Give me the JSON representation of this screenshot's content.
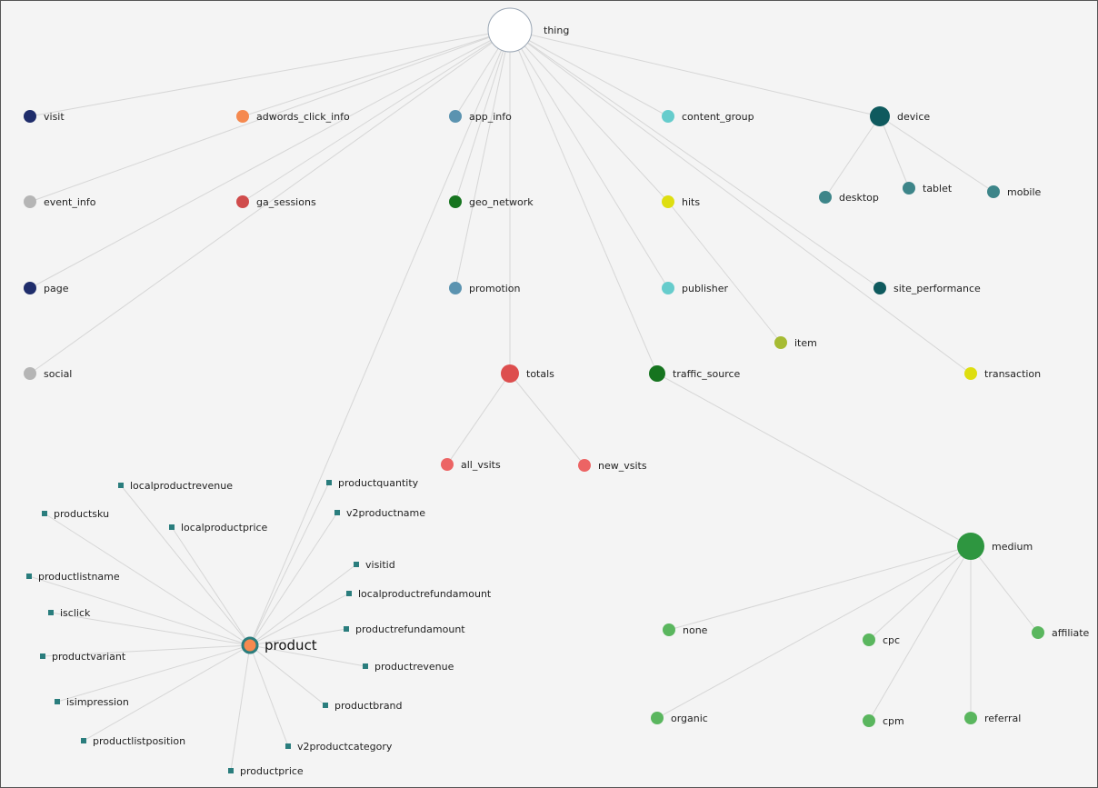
{
  "graph": {
    "nodes": [
      {
        "id": "thing",
        "label": "thing",
        "color": "#ffffff"
      },
      {
        "id": "visit",
        "label": "visit",
        "color": "#1f2d6b"
      },
      {
        "id": "adwords_click_info",
        "label": "adwords_click_info",
        "color": "#f5894f"
      },
      {
        "id": "app_info",
        "label": "app_info",
        "color": "#5b93b0"
      },
      {
        "id": "content_group",
        "label": "content_group",
        "color": "#66cccc"
      },
      {
        "id": "device",
        "label": "device",
        "color": "#0f5a5e"
      },
      {
        "id": "event_info",
        "label": "event_info",
        "color": "#b5b5b5"
      },
      {
        "id": "ga_sessions",
        "label": "ga_sessions",
        "color": "#d04c4c"
      },
      {
        "id": "geo_network",
        "label": "geo_network",
        "color": "#16741f"
      },
      {
        "id": "hits",
        "label": "hits",
        "color": "#dede10"
      },
      {
        "id": "desktop",
        "label": "desktop",
        "color": "#3d8589"
      },
      {
        "id": "tablet",
        "label": "tablet",
        "color": "#3d8589"
      },
      {
        "id": "mobile",
        "label": "mobile",
        "color": "#3d8589"
      },
      {
        "id": "page",
        "label": "page",
        "color": "#1f2d6b"
      },
      {
        "id": "promotion",
        "label": "promotion",
        "color": "#5b93b0"
      },
      {
        "id": "publisher",
        "label": "publisher",
        "color": "#66cccc"
      },
      {
        "id": "site_performance",
        "label": "site_performance",
        "color": "#0f5a5e"
      },
      {
        "id": "item",
        "label": "item",
        "color": "#a6bb33"
      },
      {
        "id": "social",
        "label": "social",
        "color": "#b5b5b5"
      },
      {
        "id": "totals",
        "label": "totals",
        "color": "#dd4e4e"
      },
      {
        "id": "traffic_source",
        "label": "traffic_source",
        "color": "#16741f"
      },
      {
        "id": "transaction",
        "label": "transaction",
        "color": "#dede10"
      },
      {
        "id": "all_vsits",
        "label": "all_vsits",
        "color": "#ec6464"
      },
      {
        "id": "new_vsits",
        "label": "new_vsits",
        "color": "#ec6464"
      },
      {
        "id": "medium",
        "label": "medium",
        "color": "#2e9640"
      },
      {
        "id": "none",
        "label": "none",
        "color": "#5ab65e"
      },
      {
        "id": "cpc",
        "label": "cpc",
        "color": "#5ab65e"
      },
      {
        "id": "affiliate",
        "label": "affiliate",
        "color": "#5ab65e"
      },
      {
        "id": "organic",
        "label": "organic",
        "color": "#5ab65e"
      },
      {
        "id": "cpm",
        "label": "cpm",
        "color": "#5ab65e"
      },
      {
        "id": "referral",
        "label": "referral",
        "color": "#5ab65e"
      },
      {
        "id": "product",
        "label": "product",
        "color": "#f5894f"
      },
      {
        "id": "localproductrevenue",
        "label": "localproductrevenue",
        "color": "#2a7d7d"
      },
      {
        "id": "productsku",
        "label": "productsku",
        "color": "#2a7d7d"
      },
      {
        "id": "localproductprice",
        "label": "localproductprice",
        "color": "#2a7d7d"
      },
      {
        "id": "productlistname",
        "label": "productlistname",
        "color": "#2a7d7d"
      },
      {
        "id": "isclick",
        "label": "isclick",
        "color": "#2a7d7d"
      },
      {
        "id": "productvariant",
        "label": "productvariant",
        "color": "#2a7d7d"
      },
      {
        "id": "isimpression",
        "label": "isimpression",
        "color": "#2a7d7d"
      },
      {
        "id": "productlistposition",
        "label": "productlistposition",
        "color": "#2a7d7d"
      },
      {
        "id": "productprice",
        "label": "productprice",
        "color": "#2a7d7d"
      },
      {
        "id": "productquantity",
        "label": "productquantity",
        "color": "#2a7d7d"
      },
      {
        "id": "v2productname",
        "label": "v2productname",
        "color": "#2a7d7d"
      },
      {
        "id": "visitid",
        "label": "visitid",
        "color": "#2a7d7d"
      },
      {
        "id": "localproductrefundamount",
        "label": "localproductrefundamount",
        "color": "#2a7d7d"
      },
      {
        "id": "productrefundamount",
        "label": "productrefundamount",
        "color": "#2a7d7d"
      },
      {
        "id": "productrevenue",
        "label": "productrevenue",
        "color": "#2a7d7d"
      },
      {
        "id": "productbrand",
        "label": "productbrand",
        "color": "#2a7d7d"
      },
      {
        "id": "v2productcategory",
        "label": "v2productcategory",
        "color": "#2a7d7d"
      }
    ],
    "edges": [
      [
        "thing",
        "visit"
      ],
      [
        "thing",
        "adwords_click_info"
      ],
      [
        "thing",
        "app_info"
      ],
      [
        "thing",
        "content_group"
      ],
      [
        "thing",
        "device"
      ],
      [
        "thing",
        "event_info"
      ],
      [
        "thing",
        "ga_sessions"
      ],
      [
        "thing",
        "geo_network"
      ],
      [
        "thing",
        "hits"
      ],
      [
        "thing",
        "page"
      ],
      [
        "thing",
        "promotion"
      ],
      [
        "thing",
        "publisher"
      ],
      [
        "thing",
        "site_performance"
      ],
      [
        "thing",
        "social"
      ],
      [
        "thing",
        "totals"
      ],
      [
        "thing",
        "traffic_source"
      ],
      [
        "thing",
        "transaction"
      ],
      [
        "thing",
        "product"
      ],
      [
        "device",
        "desktop"
      ],
      [
        "device",
        "tablet"
      ],
      [
        "device",
        "mobile"
      ],
      [
        "hits",
        "item"
      ],
      [
        "totals",
        "all_vsits"
      ],
      [
        "totals",
        "new_vsits"
      ],
      [
        "traffic_source",
        "medium"
      ],
      [
        "medium",
        "none"
      ],
      [
        "medium",
        "cpc"
      ],
      [
        "medium",
        "affiliate"
      ],
      [
        "medium",
        "organic"
      ],
      [
        "medium",
        "cpm"
      ],
      [
        "medium",
        "referral"
      ],
      [
        "product",
        "localproductrevenue"
      ],
      [
        "product",
        "productsku"
      ],
      [
        "product",
        "localproductprice"
      ],
      [
        "product",
        "productlistname"
      ],
      [
        "product",
        "isclick"
      ],
      [
        "product",
        "productvariant"
      ],
      [
        "product",
        "isimpression"
      ],
      [
        "product",
        "productlistposition"
      ],
      [
        "product",
        "productprice"
      ],
      [
        "product",
        "productquantity"
      ],
      [
        "product",
        "v2productname"
      ],
      [
        "product",
        "visitid"
      ],
      [
        "product",
        "localproductrefundamount"
      ],
      [
        "product",
        "productrefundamount"
      ],
      [
        "product",
        "productrevenue"
      ],
      [
        "product",
        "productbrand"
      ],
      [
        "product",
        "v2productcategory"
      ]
    ]
  }
}
